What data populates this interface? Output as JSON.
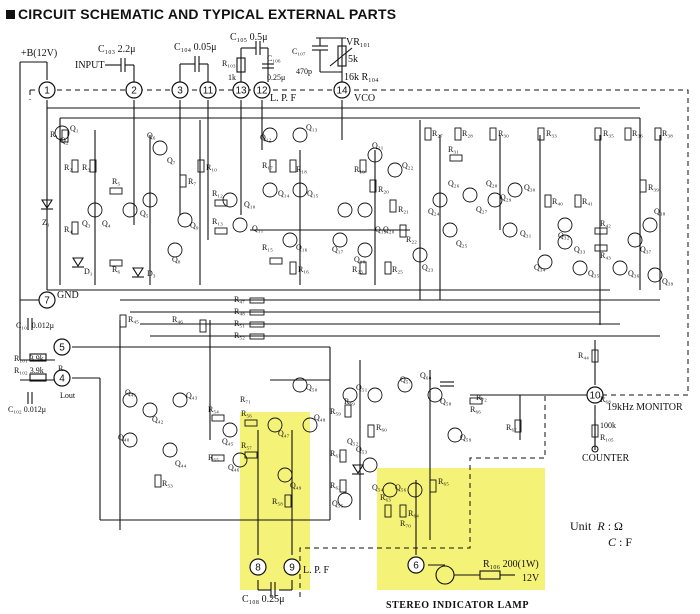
{
  "title": "CIRCUIT SCHEMATIC AND TYPICAL EXTERNAL PARTS",
  "labels": {
    "vcc": "+B(12V)",
    "input": "INPUT",
    "c103": "C₁₀₃ 2.2μ",
    "c104": "C₁₀₄ 0.05μ",
    "c105": "C₁₀₅ 0.5μ",
    "c106": "C₁₀₆",
    "c106_val": "0.25μ",
    "c107": "C₁₀₇",
    "c107_val": "470p",
    "r103": "R₁₀₃",
    "r103_val": "1k",
    "vr101": "VR₁₀₁",
    "vr101_val": "5k",
    "r104": "16k R₁₀₄",
    "lpf_top": "L. P. F",
    "vco": "VCO",
    "gnd": "GND",
    "c101": "C₁₀₁ 0.012μ",
    "r101": "R₁₀₁ 3.9k",
    "r102": "R₁₀₂ 3.9k",
    "c102": "C₁₀₂ 0.012μ",
    "r_out": "R",
    "l_out": "Lout",
    "monitor": "19kHz MONITOR",
    "r105_val": "100k",
    "r105": "R₁₀₅",
    "counter": "COUNTER",
    "lpf_bottom": "L. P. F",
    "c108": "C₁₀₈ 0.25μ",
    "r106": "R₁₀₆ 200(1W)",
    "v12": "12V",
    "lamp": "STEREO INDICATOR LAMP",
    "z1": "Z₁",
    "d1": "D₁",
    "d3": "D₃"
  },
  "pins": [
    "1",
    "2",
    "3",
    "11",
    "13",
    "12",
    "14",
    "7",
    "5",
    "4",
    "10",
    "8",
    "9",
    "6"
  ],
  "units": {
    "heading": "Unit",
    "r_sym": "R",
    "r_unit": ": Ω",
    "c_sym": "C",
    "c_unit": ": F"
  },
  "transistor_labels": [
    "Q₁",
    "Q₂",
    "Q₃",
    "Q₄",
    "Q₅",
    "Q₆",
    "Q₇",
    "Q₈",
    "Q₉",
    "Q₁₀",
    "Q₁₁",
    "Q₁₂",
    "Q₁₃",
    "Q₁₄",
    "Q₁₅",
    "Q₁₆",
    "Q₁₇",
    "Q₁₈",
    "Q₁₉",
    "Q₂₀",
    "Q₂₁",
    "Q₂₂",
    "Q₂₃",
    "Q₂₄",
    "Q₂₅",
    "Q₂₆",
    "Q₂₇",
    "Q₂₈",
    "Q₂₉",
    "Q₃₀",
    "Q₃₁",
    "Q₃₂",
    "Q₃₃",
    "Q₃₄",
    "Q₃₅",
    "Q₃₆",
    "Q₃₇",
    "Q₃₈",
    "Q₃₉",
    "Q₄₀",
    "Q₄₁",
    "Q₄₂",
    "Q₄₃",
    "Q₄₄",
    "Q₄₅",
    "Q₄₆",
    "Q₄₇",
    "Q₄₈",
    "Q₄₉",
    "Q₅₀",
    "Q₅₁",
    "Q₅₂",
    "Q₅₃",
    "Q₅₄",
    "Q₅₅",
    "Q₅₆",
    "Q₅₇",
    "Q₅₈",
    "Q₅₉",
    "Q₆₀"
  ],
  "resistor_labels": [
    "R₁",
    "R₂",
    "R₃",
    "R₄",
    "R₅",
    "R₆",
    "R₇",
    "R₁₀",
    "R₁₂",
    "R₁₃",
    "R₁₅",
    "R₁₆",
    "R₁₇",
    "R₁₈",
    "R₁₉",
    "R₂₀",
    "R₂₁",
    "R₂₂",
    "R₂₃",
    "R₂₅",
    "R₂₇",
    "R₂₈",
    "R₃₀",
    "R₃₁",
    "R₃₃",
    "R₃₅",
    "R₃₆",
    "R₃₈",
    "R₃₉",
    "R₄₀",
    "R₄₁",
    "R₄₂",
    "R₄₃",
    "R₄₄",
    "R₄₅",
    "R₄₆",
    "R₄₇",
    "R₄₈",
    "R₅₁",
    "R₅₂",
    "R₅₃",
    "R₅₄",
    "R₅₅",
    "R₅₆",
    "R₅₇",
    "R₅₈",
    "R₅₉",
    "R₆₀",
    "R₆₁",
    "R₆₂",
    "R₆₃",
    "R₆₄",
    "R₆₅",
    "R₆₆",
    "R₆₇",
    "R₆₈",
    "R₆₉",
    "R₇₀",
    "R₇₁",
    "R₇₂"
  ]
}
